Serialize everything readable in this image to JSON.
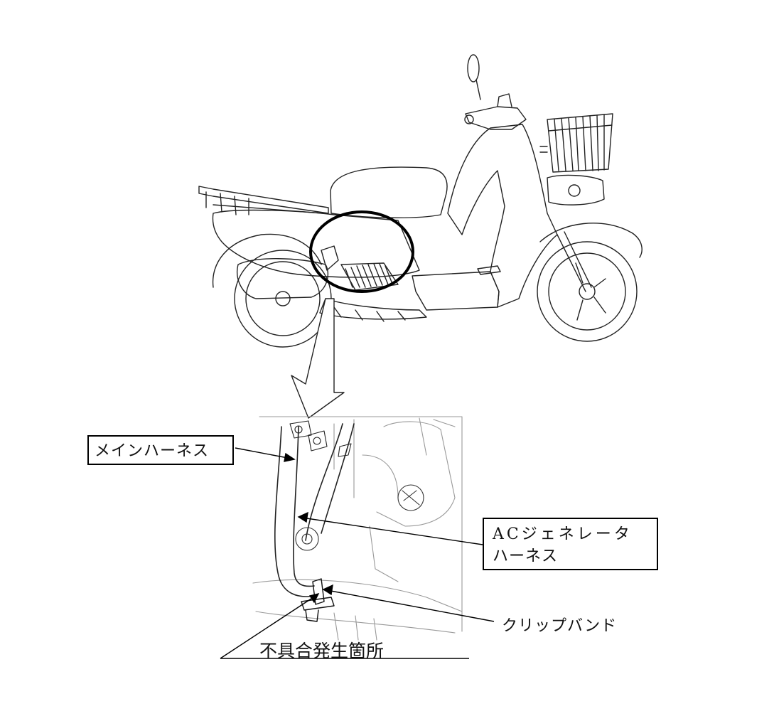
{
  "labels": {
    "main_harness": "メインハーネス",
    "ac_generator_harness_line1": "ACジェネレータ",
    "ac_generator_harness_line2": "ハーネス",
    "clip_band": "クリップバンド",
    "defect_location": "不具合発生箇所"
  }
}
